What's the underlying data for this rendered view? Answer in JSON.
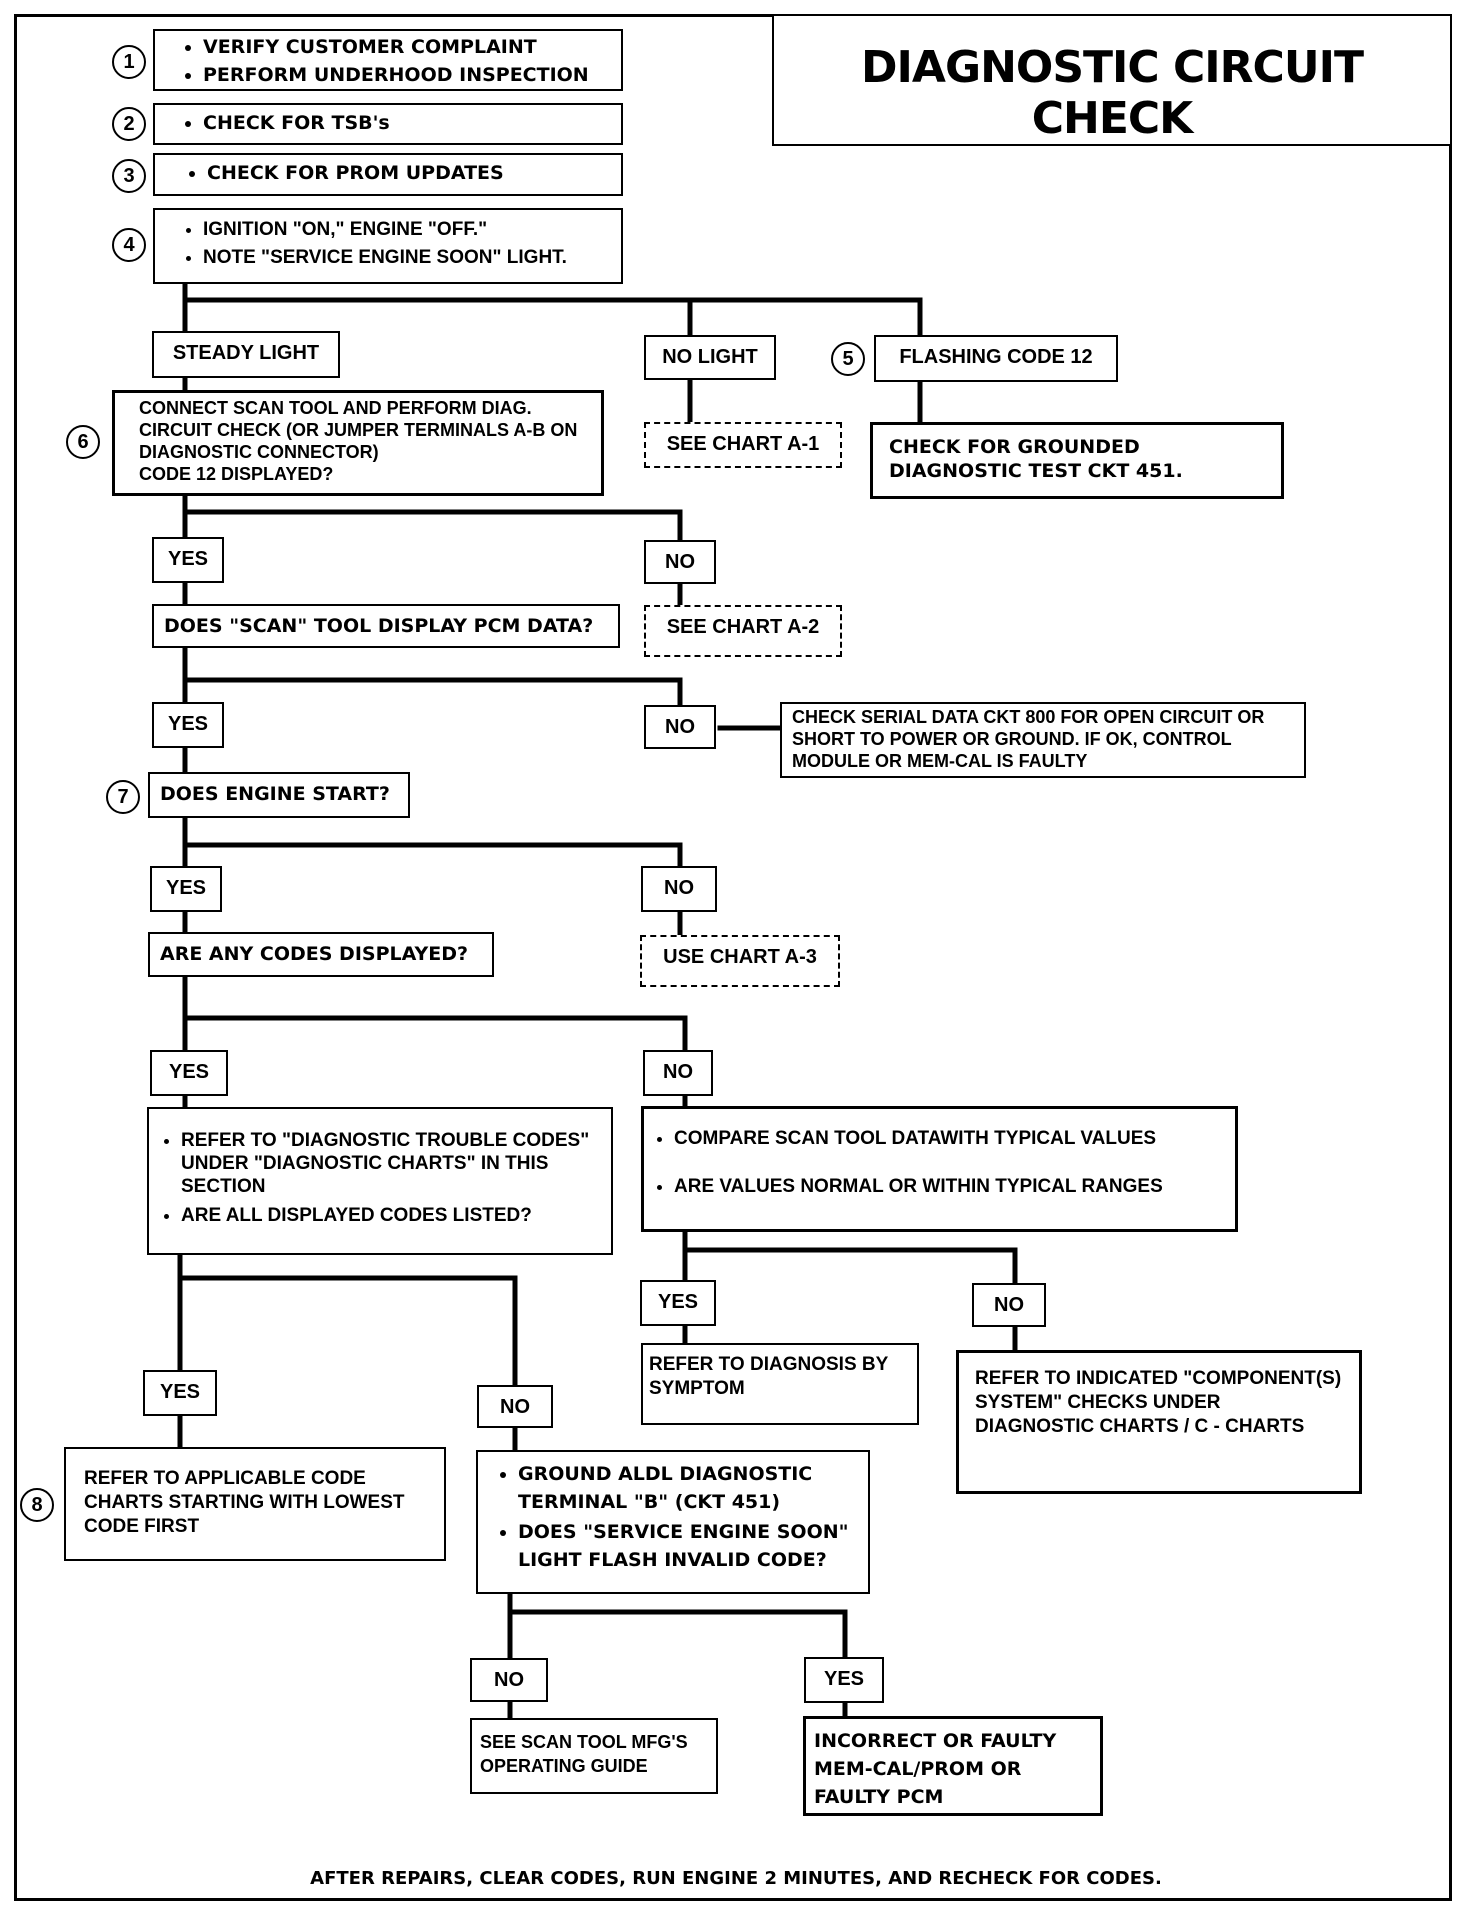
{
  "title": "DIAGNOSTIC CIRCUIT CHECK",
  "steps": {
    "s1": [
      "VERIFY CUSTOMER COMPLAINT",
      "PERFORM UNDERHOOD INSPECTION"
    ],
    "s2": [
      "CHECK FOR TSB's"
    ],
    "s3": [
      "CHECK FOR PROM UPDATES"
    ],
    "s4": [
      "IGNITION \"ON,\" ENGINE \"OFF.\"",
      "NOTE \"SERVICE ENGINE SOON\" LIGHT."
    ]
  },
  "step_numbers": [
    "1",
    "2",
    "3",
    "4",
    "5",
    "6",
    "7",
    "8"
  ],
  "steady_light": "STEADY LIGHT",
  "no_light": "NO LIGHT",
  "flashing_code_12": "FLASHING CODE 12",
  "see_chart_a1": "SEE CHART A-1",
  "grounded_check": "CHECK FOR GROUNDED DIAGNOSTIC TEST CKT 451.",
  "connect_scan": [
    "CONNECT SCAN TOOL AND PERFORM DIAG. CIRCUIT CHECK (OR JUMPER TERMINALS A-B ON DIAGNOSTIC CONNECTOR)",
    "CODE 12 DISPLAYED?"
  ],
  "yes": "YES",
  "no": "NO",
  "scan_display_question": "DOES \"SCAN\" TOOL DISPLAY PCM DATA?",
  "see_chart_a2": "SEE CHART A-2",
  "serial_data_check": "CHECK SERIAL DATA CKT 800 FOR OPEN CIRCUIT OR SHORT TO POWER OR GROUND. IF OK, CONTROL MODULE OR MEM-CAL IS FAULTY",
  "engine_start_question": "DOES ENGINE START?",
  "use_chart_a3": "USE CHART A-3",
  "codes_displayed_question": "ARE ANY CODES DISPLAYED?",
  "refer_dtc": [
    "REFER TO \"DIAGNOSTIC TROUBLE CODES\" UNDER \"DIAGNOSTIC CHARTS\" IN THIS SECTION",
    "ARE ALL DISPLAYED CODES LISTED?"
  ],
  "compare_scan": [
    "COMPARE SCAN TOOL DATAWITH TYPICAL VALUES",
    "ARE VALUES NORMAL OR WITHIN TYPICAL RANGES"
  ],
  "refer_symptom": "REFER TO DIAGNOSIS BY SYMPTOM",
  "refer_component": "REFER TO INDICATED \"COMPONENT(S) SYSTEM\" CHECKS UNDER DIAGNOSTIC CHARTS / C - CHARTS",
  "refer_code_charts": "REFER TO APPLICABLE CODE CHARTS STARTING WITH LOWEST CODE FIRST",
  "ground_aldl": [
    "GROUND ALDL DIAGNOSTIC TERMINAL \"B\" (CKT 451)",
    "DOES \"SERVICE ENGINE SOON\" LIGHT FLASH INVALID CODE?"
  ],
  "scan_mfg_guide": "SEE SCAN TOOL MFG'S OPERATING GUIDE",
  "faulty_pcm": "INCORRECT OR FAULTY MEM-CAL/PROM OR FAULTY PCM",
  "footer": "AFTER REPAIRS, CLEAR CODES, RUN ENGINE 2 MINUTES, AND RECHECK FOR CODES."
}
